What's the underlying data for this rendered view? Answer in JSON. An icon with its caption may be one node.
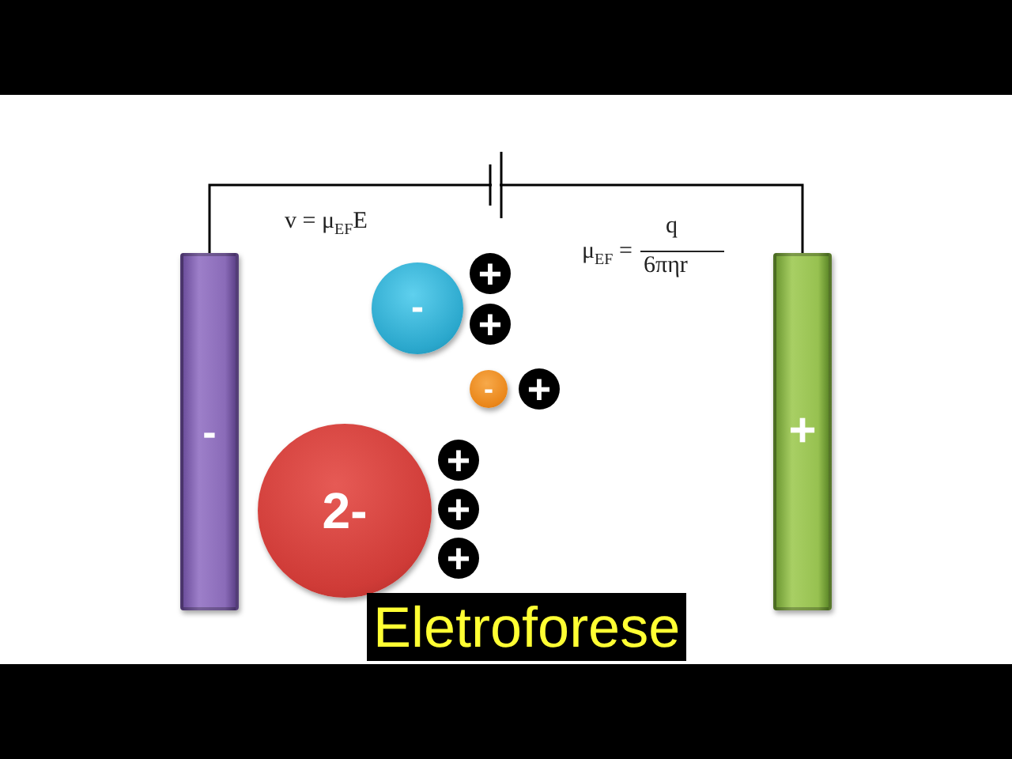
{
  "diagram": {
    "title": "Eletroforese",
    "nodes": [
      {
        "text": [
          "-"
        ]
      },
      {
        "text": [
          "+"
        ]
      },
      {
        "text": [
          "-"
        ]
      },
      {
        "text": [
          "+"
        ]
      },
      {
        "text": [
          "+"
        ]
      },
      {
        "text": [
          "-"
        ]
      },
      {
        "text": [
          "+"
        ]
      },
      {
        "text": [
          "2-"
        ]
      },
      {
        "text": [
          "+"
        ]
      },
      {
        "text": [
          "+"
        ]
      },
      {
        "text": [
          "+"
        ]
      }
    ],
    "edges": [
      {
        "from": 0,
        "to": 1,
        "arrow": "none"
      }
    ],
    "labels": [
      "v =  μ$_{EF}$E",
      "μ$_{EF}$ =",
      "q",
      "6πηr"
    ]
  }
}
